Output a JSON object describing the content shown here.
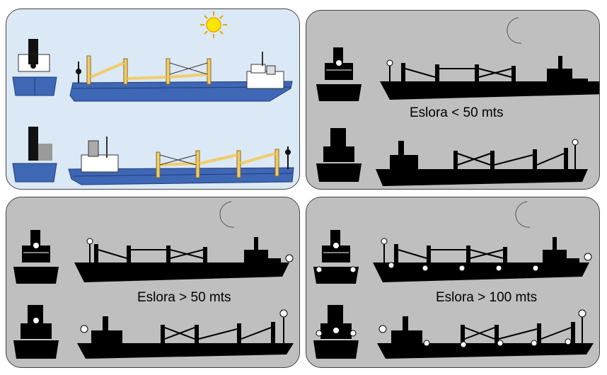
{
  "panels": [
    {
      "id": "day",
      "background": "#dbe8f5",
      "caption": ""
    },
    {
      "id": "night-small",
      "background": "#bfbfbf",
      "caption": "Eslora < 50 mts"
    },
    {
      "id": "night-medium",
      "background": "#bfbfbf",
      "caption": "Eslora > 50 mts"
    },
    {
      "id": "night-large",
      "background": "#bfbfbf",
      "caption": "Eslora > 100 mts"
    }
  ],
  "colors": {
    "hull_day": "#3e67b5",
    "crane_day": "#f2cc6b",
    "sun": "#ffe600",
    "silhouette": "#000000",
    "light": "#ffffff"
  },
  "icons": [
    "sun-icon",
    "moon-icon",
    "ship-side-icon",
    "ship-front-icon",
    "navigation-light-icon"
  ]
}
